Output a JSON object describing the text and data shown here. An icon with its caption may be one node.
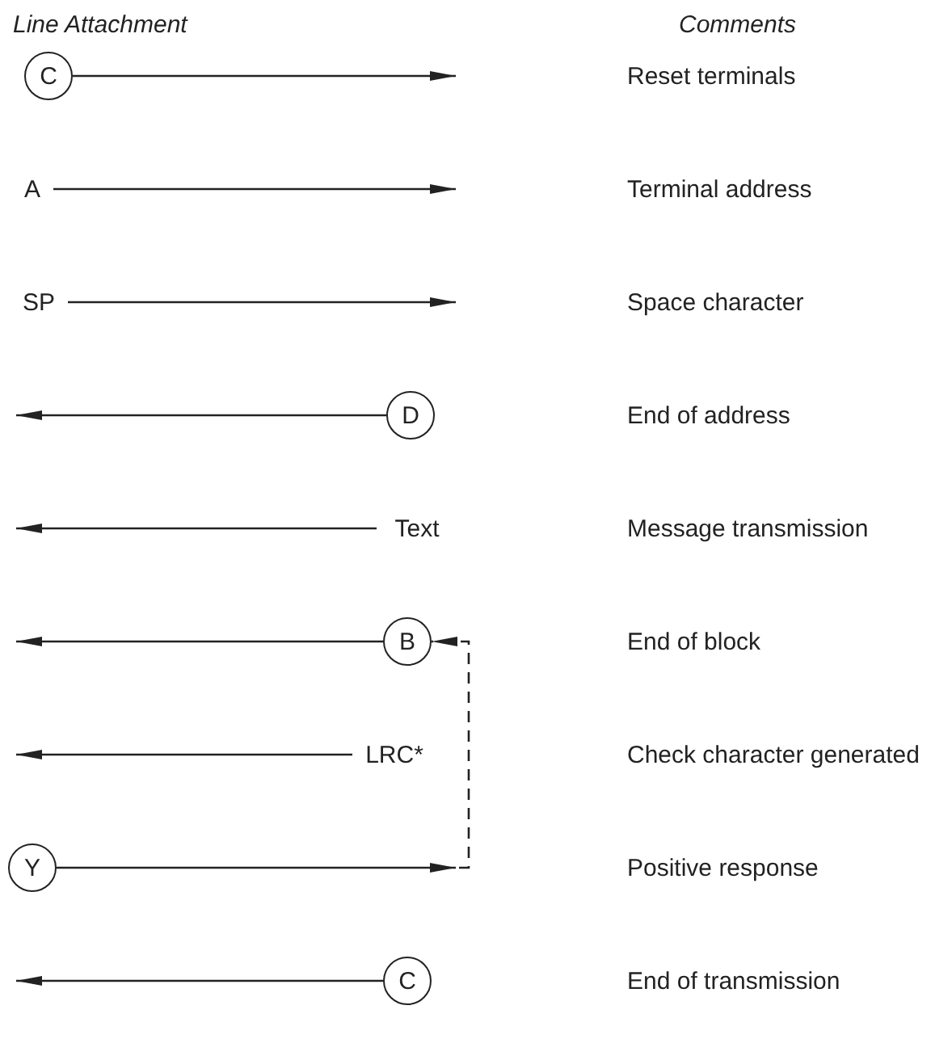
{
  "diagram": {
    "nodes": [
      {
        "text": [
          "C"
        ]
      },
      {
        "text": [
          "A"
        ]
      },
      {
        "text": [
          "SP"
        ]
      },
      {
        "text": [
          "D"
        ]
      },
      {
        "text": [
          "Text"
        ]
      },
      {
        "text": [
          "B"
        ]
      },
      {
        "text": [
          "LRC*"
        ]
      },
      {
        "text": [
          "Y"
        ]
      },
      {
        "text": [
          "C"
        ]
      }
    ],
    "edges": [
      {
        "from": 0,
        "to": null,
        "arrow": "to"
      },
      {
        "from": 1,
        "to": null,
        "arrow": "to"
      },
      {
        "from": 2,
        "to": null,
        "arrow": "to"
      },
      {
        "from": 3,
        "to": null,
        "arrow": "to"
      },
      {
        "from": 4,
        "to": null,
        "arrow": "to"
      },
      {
        "from": 5,
        "to": null,
        "arrow": "to"
      },
      {
        "from": 6,
        "to": null,
        "arrow": "to"
      },
      {
        "from": 7,
        "to": null,
        "arrow": "to"
      },
      {
        "from": 8,
        "to": null,
        "arrow": "to"
      },
      {
        "from": null,
        "to": 5,
        "arrow": "to",
        "style": "dashed"
      }
    ],
    "labels": [
      "Line Attachment",
      "Comments",
      "Reset terminals",
      "Terminal address",
      "Space character",
      "End of address",
      "Message transmission",
      "End of block",
      "Check character generated",
      "Positive response",
      "End of transmission"
    ]
  }
}
